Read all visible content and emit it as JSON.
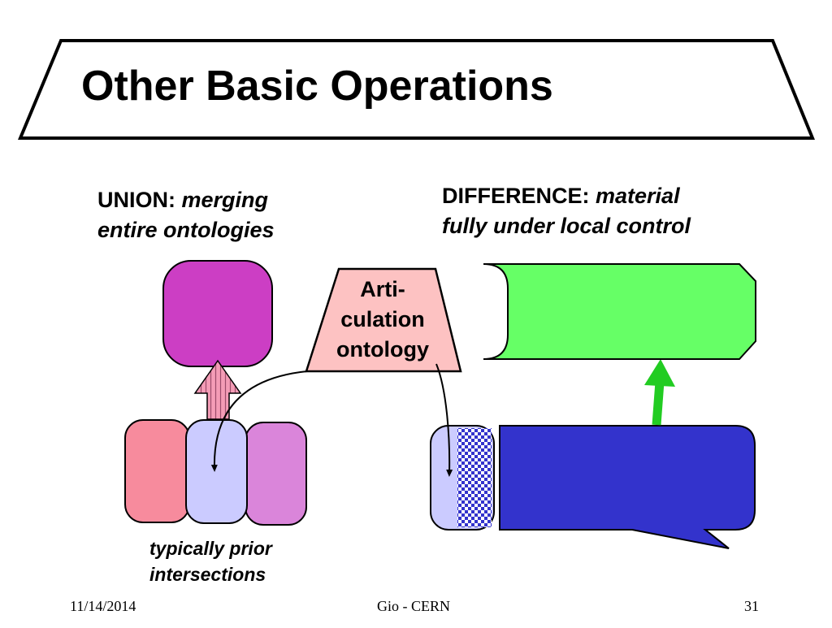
{
  "title": "Other Basic Operations",
  "union": {
    "label": "UNION:",
    "description_line1": "merging",
    "description_line2": "entire ontologies"
  },
  "difference": {
    "label": "DIFFERENCE:",
    "description_line1": "material",
    "description_line2": "fully under local control"
  },
  "articulation": {
    "line1": "Arti-",
    "line2": "culation",
    "line3": "ontology"
  },
  "intersections_note": {
    "line1": "typically prior",
    "line2": "intersections"
  },
  "footer": {
    "date": "11/14/2014",
    "center": "Gio - CERN",
    "page": "31"
  },
  "colors": {
    "merged_ontology": "#cc3ec4",
    "union_left_source": "#f78b9d",
    "union_middle_source": "#cbcbff",
    "union_right_source": "#da85da",
    "union_arrow": "#f49cb6",
    "articulation_fill": "#fdc2c2",
    "difference_result": "#66ff66",
    "difference_source": "#3333cc",
    "difference_arrow": "#22cc22"
  }
}
